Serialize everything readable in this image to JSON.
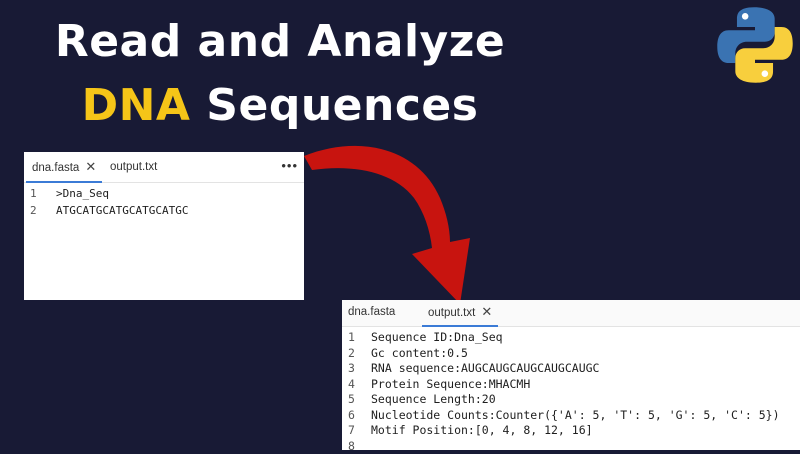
{
  "title": {
    "line1": "Read and Analyze",
    "line2_highlight": "DNA",
    "line2_rest": "Sequences"
  },
  "colors": {
    "background": "#181a35",
    "accent_yellow": "#f5c518",
    "arrow_red": "#c8140f",
    "python_blue": "#3a73b2",
    "python_yellow": "#f8cf3d",
    "active_tab": "#3b7bd6"
  },
  "logo": {
    "icon": "python-logo"
  },
  "editor1": {
    "tabs": [
      {
        "label": "dna.fasta",
        "active": true,
        "closable": true
      },
      {
        "label": "output.txt",
        "active": false,
        "closable": false
      }
    ],
    "close_glyph": "✕",
    "more_glyph": "•••",
    "lines": [
      {
        "num": "1",
        "text": ">Dna_Seq"
      },
      {
        "num": "2",
        "text": "ATGCATGCATGCATGCATGC"
      }
    ]
  },
  "editor2": {
    "tabs": [
      {
        "label": "dna.fasta",
        "active": false,
        "closable": false
      },
      {
        "label": "output.txt",
        "active": true,
        "closable": true
      }
    ],
    "close_glyph": "✕",
    "lines": [
      {
        "num": "1",
        "text": "Sequence ID:Dna_Seq"
      },
      {
        "num": "2",
        "text": "Gc content:0.5"
      },
      {
        "num": "3",
        "text": "RNA sequence:AUGCAUGCAUGCAUGCAUGC"
      },
      {
        "num": "4",
        "text": "Protein Sequence:MHACMH"
      },
      {
        "num": "5",
        "text": "Sequence Length:20"
      },
      {
        "num": "6",
        "text": "Nucleotide Counts:Counter({'A': 5, 'T': 5, 'G': 5, 'C': 5})"
      },
      {
        "num": "7",
        "text": "Motif Position:[0, 4, 8, 12, 16]"
      },
      {
        "num": "8",
        "text": ""
      }
    ]
  }
}
